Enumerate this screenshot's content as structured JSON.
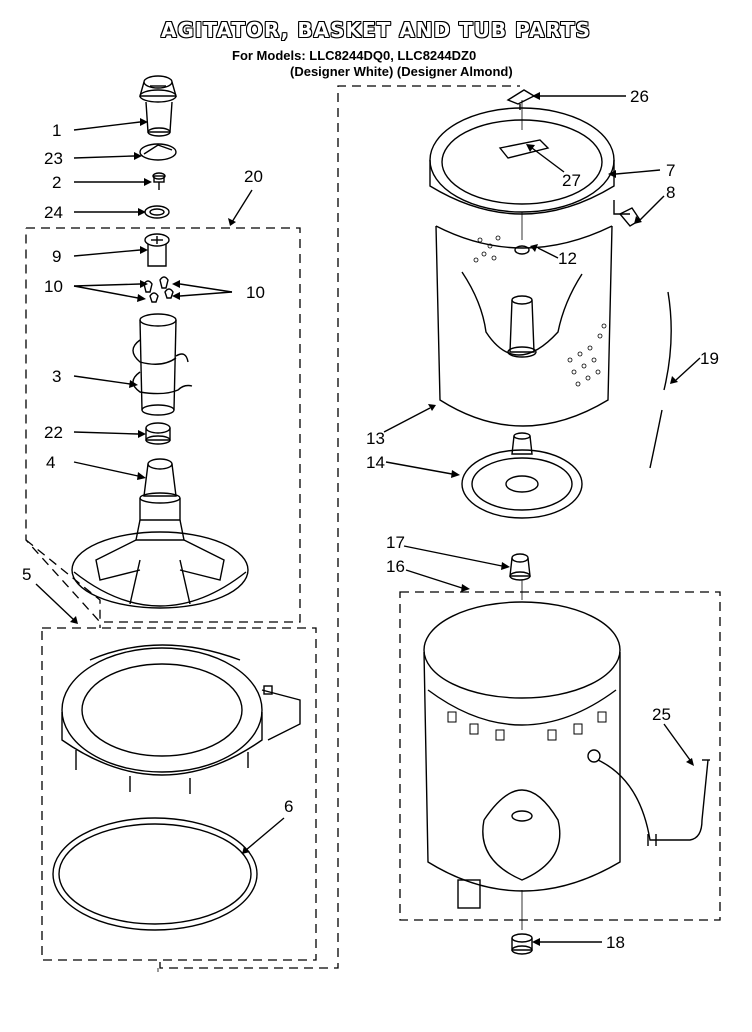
{
  "title": "AGITATOR, BASKET AND TUB PARTS",
  "models_line": "For Models: LLC8244DQ0,  LLC8244DZ0",
  "variants_line": "(Designer White)  (Designer Almond)",
  "callouts": [
    "1",
    "23",
    "2",
    "24",
    "20",
    "9",
    "10",
    "10",
    "3",
    "22",
    "4",
    "5",
    "6",
    "26",
    "27",
    "7",
    "8",
    "12",
    "19",
    "13",
    "14",
    "17",
    "16",
    "25",
    "18"
  ]
}
